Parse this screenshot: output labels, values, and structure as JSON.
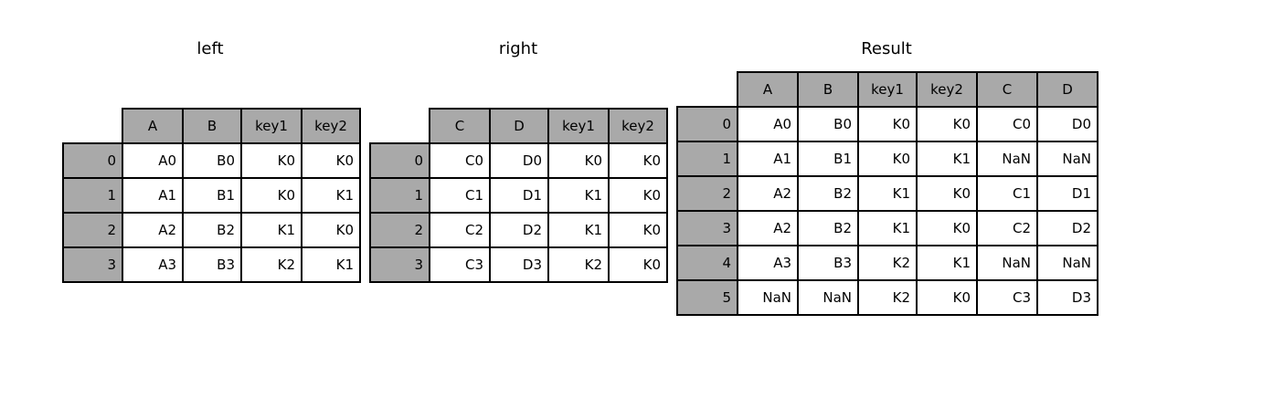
{
  "left": {
    "title": "left",
    "columns": [
      "A",
      "B",
      "key1",
      "key2"
    ],
    "rows": [
      {
        "index": "0",
        "values": [
          "A0",
          "B0",
          "K0",
          "K0"
        ]
      },
      {
        "index": "1",
        "values": [
          "A1",
          "B1",
          "K0",
          "K1"
        ]
      },
      {
        "index": "2",
        "values": [
          "A2",
          "B2",
          "K1",
          "K0"
        ]
      },
      {
        "index": "3",
        "values": [
          "A3",
          "B3",
          "K2",
          "K1"
        ]
      }
    ]
  },
  "right": {
    "title": "right",
    "columns": [
      "C",
      "D",
      "key1",
      "key2"
    ],
    "rows": [
      {
        "index": "0",
        "values": [
          "C0",
          "D0",
          "K0",
          "K0"
        ]
      },
      {
        "index": "1",
        "values": [
          "C1",
          "D1",
          "K1",
          "K0"
        ]
      },
      {
        "index": "2",
        "values": [
          "C2",
          "D2",
          "K1",
          "K0"
        ]
      },
      {
        "index": "3",
        "values": [
          "C3",
          "D3",
          "K2",
          "K0"
        ]
      }
    ]
  },
  "result": {
    "title": "Result",
    "columns": [
      "A",
      "B",
      "key1",
      "key2",
      "C",
      "D"
    ],
    "rows": [
      {
        "index": "0",
        "values": [
          "A0",
          "B0",
          "K0",
          "K0",
          "C0",
          "D0"
        ]
      },
      {
        "index": "1",
        "values": [
          "A1",
          "B1",
          "K0",
          "K1",
          "NaN",
          "NaN"
        ]
      },
      {
        "index": "2",
        "values": [
          "A2",
          "B2",
          "K1",
          "K0",
          "C1",
          "D1"
        ]
      },
      {
        "index": "3",
        "values": [
          "A2",
          "B2",
          "K1",
          "K0",
          "C2",
          "D2"
        ]
      },
      {
        "index": "4",
        "values": [
          "A3",
          "B3",
          "K2",
          "K1",
          "NaN",
          "NaN"
        ]
      },
      {
        "index": "5",
        "values": [
          "NaN",
          "NaN",
          "K2",
          "K0",
          "C3",
          "D3"
        ]
      }
    ]
  },
  "colors": {
    "header_fill": "#a9a9a9",
    "cell_fill": "#ffffff",
    "border": "#000000"
  }
}
